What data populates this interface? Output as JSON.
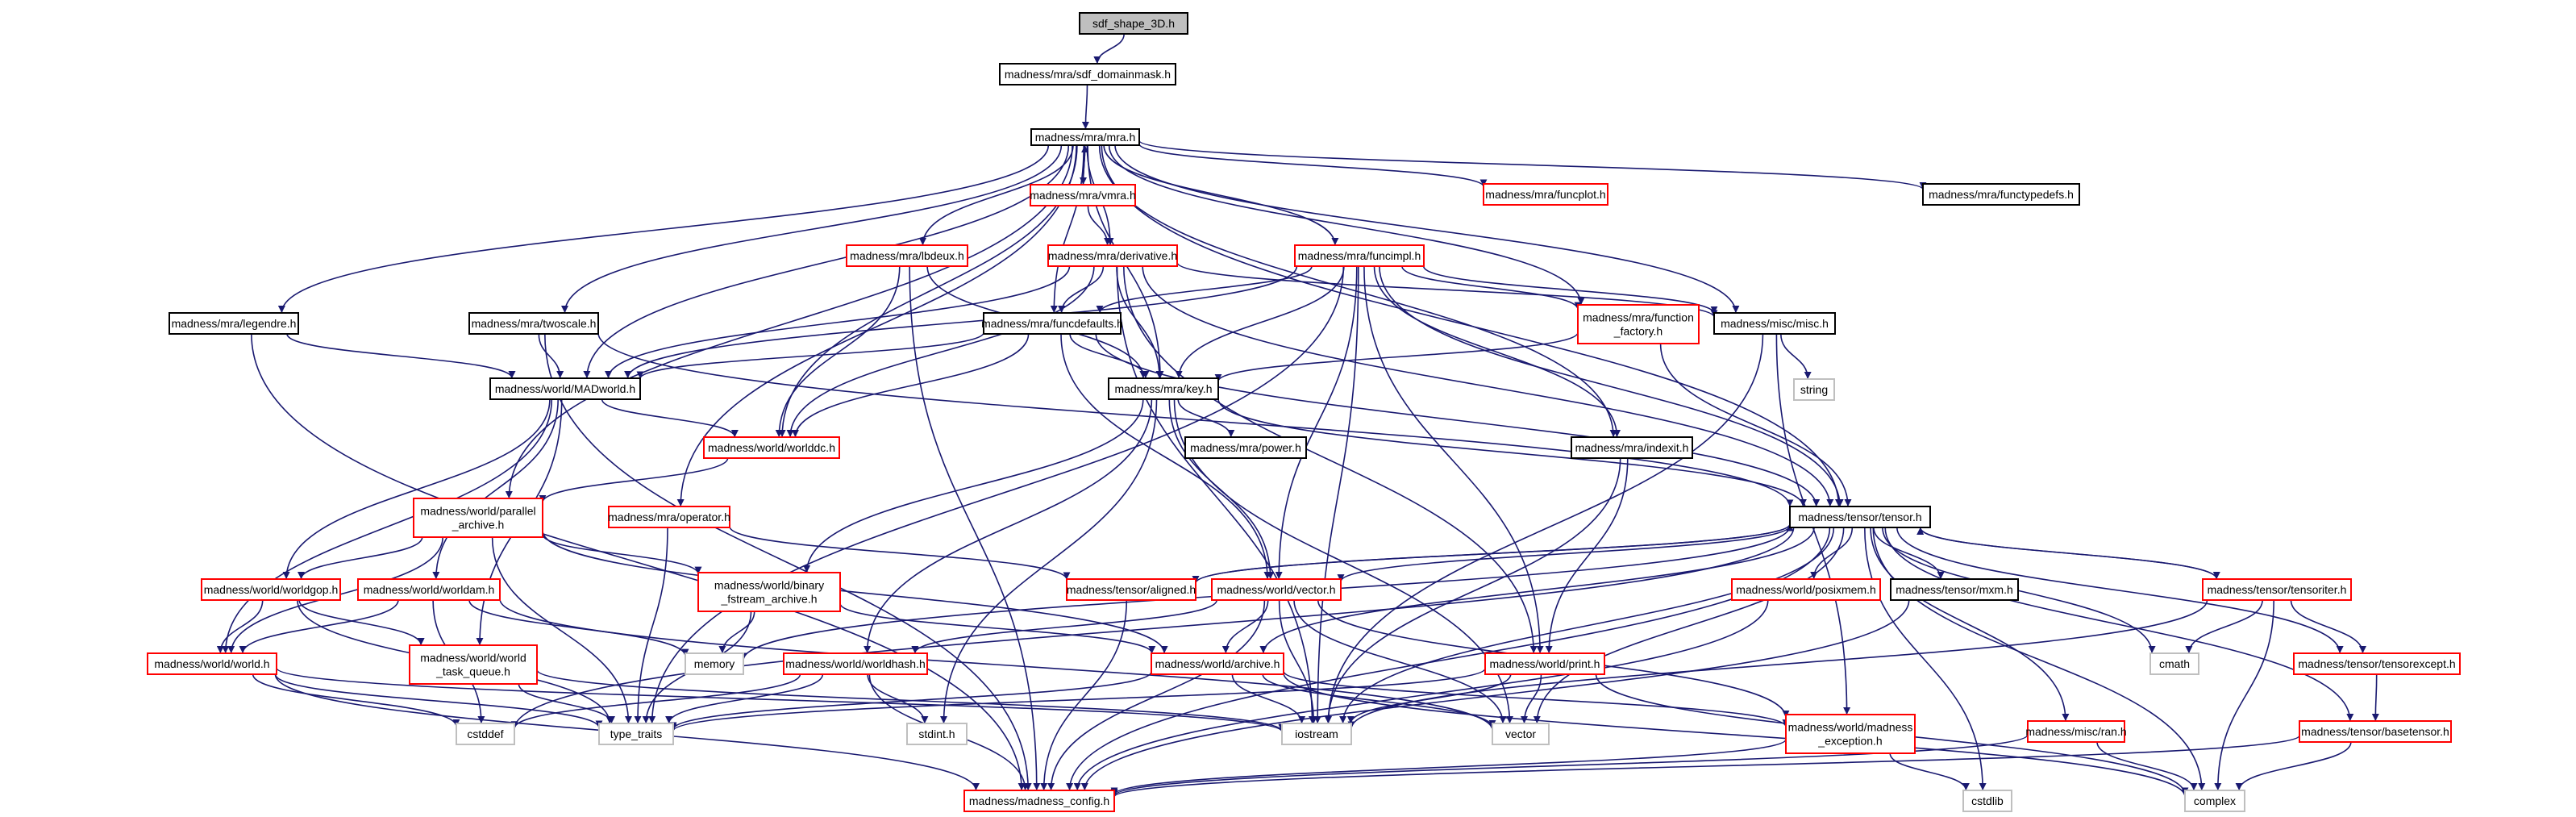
{
  "colors": {
    "edge": "#191970",
    "border_default": "#ff0000",
    "border_documented": "#000000",
    "border_external": "#bfbfbf",
    "fill_root": "#bfbfbf",
    "fill_default": "#ffffff"
  },
  "nodes": [
    {
      "id": "root",
      "lines": [
        "sdf_shape_3D.h"
      ],
      "kind": "root"
    },
    {
      "id": "domainmask",
      "lines": [
        "madness/mra/sdf_domainmask.h"
      ],
      "kind": "documented"
    },
    {
      "id": "mra",
      "lines": [
        "madness/mra/mra.h"
      ],
      "kind": "documented"
    },
    {
      "id": "vmra",
      "lines": [
        "madness/mra/vmra.h"
      ],
      "kind": "default"
    },
    {
      "id": "funcplot",
      "lines": [
        "madness/mra/funcplot.h"
      ],
      "kind": "default"
    },
    {
      "id": "functypedefs",
      "lines": [
        "madness/mra/functypedefs.h"
      ],
      "kind": "documented"
    },
    {
      "id": "lbdeux",
      "lines": [
        "madness/mra/lbdeux.h"
      ],
      "kind": "default"
    },
    {
      "id": "derivative",
      "lines": [
        "madness/mra/derivative.h"
      ],
      "kind": "default"
    },
    {
      "id": "funcimpl",
      "lines": [
        "madness/mra/funcimpl.h"
      ],
      "kind": "default"
    },
    {
      "id": "legendre",
      "lines": [
        "madness/mra/legendre.h"
      ],
      "kind": "documented"
    },
    {
      "id": "twoscale",
      "lines": [
        "madness/mra/twoscale.h"
      ],
      "kind": "documented"
    },
    {
      "id": "funcdefaults",
      "lines": [
        "madness/mra/funcdefaults.h"
      ],
      "kind": "documented"
    },
    {
      "id": "function_factory",
      "lines": [
        "madness/mra/function",
        "_factory.h"
      ],
      "kind": "default"
    },
    {
      "id": "misc",
      "lines": [
        "madness/misc/misc.h"
      ],
      "kind": "documented"
    },
    {
      "id": "madworld",
      "lines": [
        "madness/world/MADworld.h"
      ],
      "kind": "documented"
    },
    {
      "id": "key",
      "lines": [
        "madness/mra/key.h"
      ],
      "kind": "documented"
    },
    {
      "id": "string",
      "lines": [
        "string"
      ],
      "kind": "external"
    },
    {
      "id": "worlddc",
      "lines": [
        "madness/world/worlddc.h"
      ],
      "kind": "default"
    },
    {
      "id": "power",
      "lines": [
        "madness/mra/power.h"
      ],
      "kind": "documented"
    },
    {
      "id": "indexit",
      "lines": [
        "madness/mra/indexit.h"
      ],
      "kind": "documented"
    },
    {
      "id": "parallel_archive",
      "lines": [
        "madness/world/parallel",
        "_archive.h"
      ],
      "kind": "default"
    },
    {
      "id": "operator",
      "lines": [
        "madness/mra/operator.h"
      ],
      "kind": "default"
    },
    {
      "id": "tensor",
      "lines": [
        "madness/tensor/tensor.h"
      ],
      "kind": "documented"
    },
    {
      "id": "worldgop",
      "lines": [
        "madness/world/worldgop.h"
      ],
      "kind": "default"
    },
    {
      "id": "worldam",
      "lines": [
        "madness/world/worldam.h"
      ],
      "kind": "default"
    },
    {
      "id": "binary_fstream",
      "lines": [
        "madness/world/binary",
        "_fstream_archive.h"
      ],
      "kind": "default"
    },
    {
      "id": "aligned",
      "lines": [
        "madness/tensor/aligned.h"
      ],
      "kind": "default"
    },
    {
      "id": "vector_h",
      "lines": [
        "madness/world/vector.h"
      ],
      "kind": "default"
    },
    {
      "id": "posixmem",
      "lines": [
        "madness/world/posixmem.h"
      ],
      "kind": "default"
    },
    {
      "id": "mxm",
      "lines": [
        "madness/tensor/mxm.h"
      ],
      "kind": "documented"
    },
    {
      "id": "tensoriter",
      "lines": [
        "madness/tensor/tensoriter.h"
      ],
      "kind": "default"
    },
    {
      "id": "world_h",
      "lines": [
        "madness/world/world.h"
      ],
      "kind": "default"
    },
    {
      "id": "task_queue",
      "lines": [
        "madness/world/world",
        "_task_queue.h"
      ],
      "kind": "default"
    },
    {
      "id": "memory",
      "lines": [
        "memory"
      ],
      "kind": "external"
    },
    {
      "id": "worldhash",
      "lines": [
        "madness/world/worldhash.h"
      ],
      "kind": "default"
    },
    {
      "id": "archive",
      "lines": [
        "madness/world/archive.h"
      ],
      "kind": "default"
    },
    {
      "id": "print",
      "lines": [
        "madness/world/print.h"
      ],
      "kind": "default"
    },
    {
      "id": "cmath",
      "lines": [
        "cmath"
      ],
      "kind": "external"
    },
    {
      "id": "tensorexcept",
      "lines": [
        "madness/tensor/tensorexcept.h"
      ],
      "kind": "default"
    },
    {
      "id": "cstddef",
      "lines": [
        "cstddef"
      ],
      "kind": "external"
    },
    {
      "id": "type_traits",
      "lines": [
        "type_traits"
      ],
      "kind": "external"
    },
    {
      "id": "stdint",
      "lines": [
        "stdint.h"
      ],
      "kind": "external"
    },
    {
      "id": "iostream",
      "lines": [
        "iostream"
      ],
      "kind": "external"
    },
    {
      "id": "vector_std",
      "lines": [
        "vector"
      ],
      "kind": "external"
    },
    {
      "id": "madness_exception",
      "lines": [
        "madness/world/madness",
        "_exception.h"
      ],
      "kind": "default"
    },
    {
      "id": "ran",
      "lines": [
        "madness/misc/ran.h"
      ],
      "kind": "default"
    },
    {
      "id": "basetensor",
      "lines": [
        "madness/tensor/basetensor.h"
      ],
      "kind": "default"
    },
    {
      "id": "madness_config",
      "lines": [
        "madness/madness_config.h"
      ],
      "kind": "default"
    },
    {
      "id": "cstdlib",
      "lines": [
        "cstdlib"
      ],
      "kind": "external"
    },
    {
      "id": "complex",
      "lines": [
        "complex"
      ],
      "kind": "external"
    }
  ],
  "edges": [
    [
      "root",
      "domainmask"
    ],
    [
      "domainmask",
      "mra"
    ],
    [
      "mra",
      "vmra"
    ],
    [
      "mra",
      "funcplot"
    ],
    [
      "mra",
      "functypedefs"
    ],
    [
      "mra",
      "lbdeux"
    ],
    [
      "mra",
      "derivative"
    ],
    [
      "mra",
      "funcimpl"
    ],
    [
      "mra",
      "legendre"
    ],
    [
      "mra",
      "twoscale"
    ],
    [
      "mra",
      "funcdefaults"
    ],
    [
      "mra",
      "function_factory"
    ],
    [
      "mra",
      "misc"
    ],
    [
      "mra",
      "madworld"
    ],
    [
      "mra",
      "key"
    ],
    [
      "mra",
      "worlddc"
    ],
    [
      "mra",
      "indexit"
    ],
    [
      "mra",
      "parallel_archive"
    ],
    [
      "mra",
      "operator"
    ],
    [
      "mra",
      "tensor"
    ],
    [
      "vmra",
      "mra"
    ],
    [
      "vmra",
      "derivative"
    ],
    [
      "lbdeux",
      "key"
    ],
    [
      "lbdeux",
      "worlddc"
    ],
    [
      "lbdeux",
      "madness_config"
    ],
    [
      "derivative",
      "funcdefaults"
    ],
    [
      "derivative",
      "key"
    ],
    [
      "derivative",
      "misc"
    ],
    [
      "derivative",
      "madworld"
    ],
    [
      "derivative",
      "worlddc"
    ],
    [
      "derivative",
      "tensor"
    ],
    [
      "derivative",
      "iostream"
    ],
    [
      "derivative",
      "print"
    ],
    [
      "funcimpl",
      "funcdefaults"
    ],
    [
      "funcimpl",
      "function_factory"
    ],
    [
      "funcimpl",
      "key"
    ],
    [
      "funcimpl",
      "misc"
    ],
    [
      "funcimpl",
      "madworld"
    ],
    [
      "funcimpl",
      "indexit"
    ],
    [
      "funcimpl",
      "tensor"
    ],
    [
      "funcimpl",
      "iostream"
    ],
    [
      "funcimpl",
      "type_traits"
    ],
    [
      "funcimpl",
      "print"
    ],
    [
      "funcimpl",
      "vector_h"
    ],
    [
      "legendre",
      "madworld"
    ],
    [
      "legendre",
      "madness_config"
    ],
    [
      "twoscale",
      "madworld"
    ],
    [
      "twoscale",
      "tensor"
    ],
    [
      "twoscale",
      "madness_config"
    ],
    [
      "funcdefaults",
      "key"
    ],
    [
      "funcdefaults",
      "madworld"
    ],
    [
      "funcdefaults",
      "worlddc"
    ],
    [
      "funcdefaults",
      "tensor"
    ],
    [
      "funcdefaults",
      "vector_h"
    ],
    [
      "function_factory",
      "key"
    ],
    [
      "function_factory",
      "tensor"
    ],
    [
      "misc",
      "string"
    ],
    [
      "misc",
      "iostream"
    ],
    [
      "misc",
      "madness_exception"
    ],
    [
      "madworld",
      "worlddc"
    ],
    [
      "madworld",
      "worldgop"
    ],
    [
      "madworld",
      "worldam"
    ],
    [
      "madworld",
      "task_queue"
    ],
    [
      "madworld",
      "world_h"
    ],
    [
      "key",
      "power"
    ],
    [
      "key",
      "tensor"
    ],
    [
      "key",
      "binary_fstream"
    ],
    [
      "key",
      "vector_h"
    ],
    [
      "key",
      "worldhash"
    ],
    [
      "key",
      "stdint"
    ],
    [
      "key",
      "vector_std"
    ],
    [
      "worlddc",
      "parallel_archive"
    ],
    [
      "indexit",
      "print"
    ],
    [
      "indexit",
      "iostream"
    ],
    [
      "parallel_archive",
      "worldgop"
    ],
    [
      "parallel_archive",
      "world_h"
    ],
    [
      "parallel_archive",
      "binary_fstream"
    ],
    [
      "parallel_archive",
      "archive"
    ],
    [
      "parallel_archive",
      "type_traits"
    ],
    [
      "operator",
      "aligned"
    ],
    [
      "operator",
      "type_traits"
    ],
    [
      "tensor",
      "aligned"
    ],
    [
      "tensor",
      "vector_h"
    ],
    [
      "tensor",
      "posixmem"
    ],
    [
      "tensor",
      "mxm"
    ],
    [
      "tensor",
      "tensoriter"
    ],
    [
      "tensor",
      "tensorexcept"
    ],
    [
      "tensor",
      "basetensor"
    ],
    [
      "tensor",
      "ran"
    ],
    [
      "tensor",
      "archive"
    ],
    [
      "tensor",
      "cmath"
    ],
    [
      "tensor",
      "complex"
    ],
    [
      "tensor",
      "cstdlib"
    ],
    [
      "tensor",
      "memory"
    ],
    [
      "tensor",
      "cstddef"
    ],
    [
      "tensor",
      "vector_std"
    ],
    [
      "tensor",
      "iostream"
    ],
    [
      "tensor",
      "madness_config"
    ],
    [
      "worldgop",
      "world_h"
    ],
    [
      "worldgop",
      "task_queue"
    ],
    [
      "worldgop",
      "type_traits"
    ],
    [
      "worldam",
      "world_h"
    ],
    [
      "worldam",
      "cstddef"
    ],
    [
      "worldam",
      "memory"
    ],
    [
      "worldam",
      "vector_std"
    ],
    [
      "binary_fstream",
      "archive"
    ],
    [
      "binary_fstream",
      "memory"
    ],
    [
      "binary_fstream",
      "type_traits"
    ],
    [
      "aligned",
      "tensor"
    ],
    [
      "aligned",
      "madness_config"
    ],
    [
      "vector_h",
      "archive"
    ],
    [
      "vector_h",
      "worldhash"
    ],
    [
      "vector_h",
      "iostream"
    ],
    [
      "vector_h",
      "vector_std"
    ],
    [
      "vector_h",
      "madness_exception"
    ],
    [
      "vector_h",
      "madness_config"
    ],
    [
      "posixmem",
      "madness_config"
    ],
    [
      "mxm",
      "madness_config"
    ],
    [
      "tensoriter",
      "tensor"
    ],
    [
      "tensoriter",
      "tensorexcept"
    ],
    [
      "tensoriter",
      "cmath"
    ],
    [
      "tensoriter",
      "complex"
    ],
    [
      "tensoriter",
      "iostream"
    ],
    [
      "world_h",
      "cstddef"
    ],
    [
      "world_h",
      "type_traits"
    ],
    [
      "world_h",
      "madness_config"
    ],
    [
      "world_h",
      "iostream"
    ],
    [
      "task_queue",
      "type_traits"
    ],
    [
      "task_queue",
      "iostream"
    ],
    [
      "worldhash",
      "stdint"
    ],
    [
      "worldhash",
      "cstddef"
    ],
    [
      "worldhash",
      "type_traits"
    ],
    [
      "worldhash",
      "madness_config"
    ],
    [
      "archive",
      "iostream"
    ],
    [
      "archive",
      "vector_std"
    ],
    [
      "archive",
      "type_traits"
    ],
    [
      "archive",
      "complex"
    ],
    [
      "archive",
      "madness_exception"
    ],
    [
      "print",
      "iostream"
    ],
    [
      "print",
      "vector_std"
    ],
    [
      "print",
      "complex"
    ],
    [
      "print",
      "type_traits"
    ],
    [
      "tensorexcept",
      "basetensor"
    ],
    [
      "madness_exception",
      "madness_config"
    ],
    [
      "madness_exception",
      "cstdlib"
    ],
    [
      "ran",
      "complex"
    ],
    [
      "ran",
      "madness_config"
    ],
    [
      "basetensor",
      "madness_config"
    ],
    [
      "basetensor",
      "complex"
    ]
  ]
}
